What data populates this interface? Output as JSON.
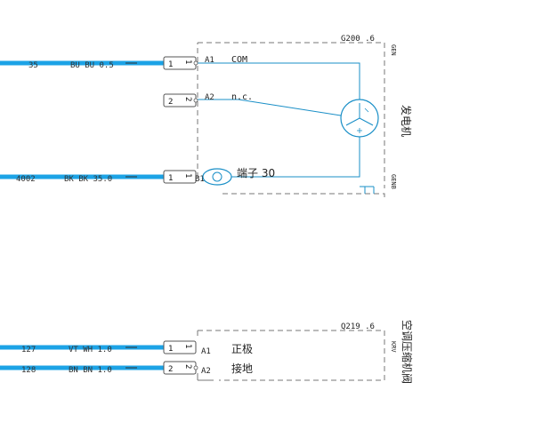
{
  "components": [
    {
      "id": "G200 .6",
      "name_cn": "发电机",
      "code_top": "GEN",
      "code_bottom": "GENB",
      "terminal_label": "端子 30",
      "pins": [
        {
          "pin": "A1",
          "signal": "COM"
        },
        {
          "pin": "A2",
          "signal": "n.c."
        },
        {
          "pin": "B1",
          "signal": ""
        }
      ]
    },
    {
      "id": "Q219 .6",
      "name_cn": "空调压缩机阀",
      "code": "KRV",
      "pins": [
        {
          "pin": "A1",
          "signal": "正极"
        },
        {
          "pin": "A2",
          "signal": "接地"
        }
      ]
    }
  ],
  "wires": [
    {
      "circuit": "35",
      "color": "BU BU 0.5"
    },
    {
      "circuit": "4002",
      "color": "BK BK 35.0"
    },
    {
      "circuit": "127",
      "color": "VT WH 1.0"
    },
    {
      "circuit": "128",
      "color": "BN BN 1.0"
    }
  ],
  "connector_numbers": {
    "one": "1",
    "two": "2"
  },
  "colors": {
    "wire": "#1ca3e6",
    "line": "#1a8fc7",
    "outline": "#555555",
    "dash": "#777777"
  },
  "icons": {
    "generator": "generator-symbol-icon",
    "terminal": "ring-terminal-icon",
    "ground": "ground-icon"
  }
}
